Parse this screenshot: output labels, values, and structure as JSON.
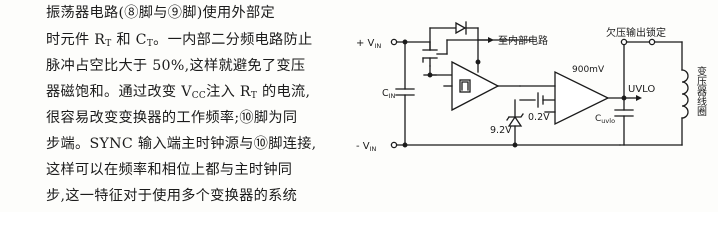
{
  "paragraph": {
    "lines": [
      "振荡器电路(⑧脚与⑨脚)使用外部定",
      "时元件 R",
      "T",
      " 和 C",
      "T",
      "。一内部二分频电路防止",
      "脉冲占空比大于 50%,这样就避免了变压",
      "器磁饱和。通过改变 V",
      "CC",
      "注入 R",
      "T",
      " 的电流,",
      "很容易改变变换器的工作频率;⑩脚为同",
      "步端。SYNC 输入端主时钟源与⑩脚连接,",
      "这样可以在频率和相位上都与主时钟同",
      "步,这一特征对于使用多个变换器的系统"
    ]
  },
  "circuit": {
    "label_internal_circuit": "至内部电路",
    "label_undervoltage_lockout": "欠压输出锁定",
    "label_vin_plus": "+ V",
    "label_vin_minus": "- V",
    "vin_subscript": "IN",
    "label_cin": "C",
    "cin_subscript": "IN",
    "label_zener": "9.2V",
    "label_vref": "0.2V",
    "label_threshold": "900mV",
    "label_uvlo": "UVLO",
    "label_cuvlo": "C",
    "cuvlo_subscript": "uvlo",
    "label_transformer": "变压器线圈"
  }
}
